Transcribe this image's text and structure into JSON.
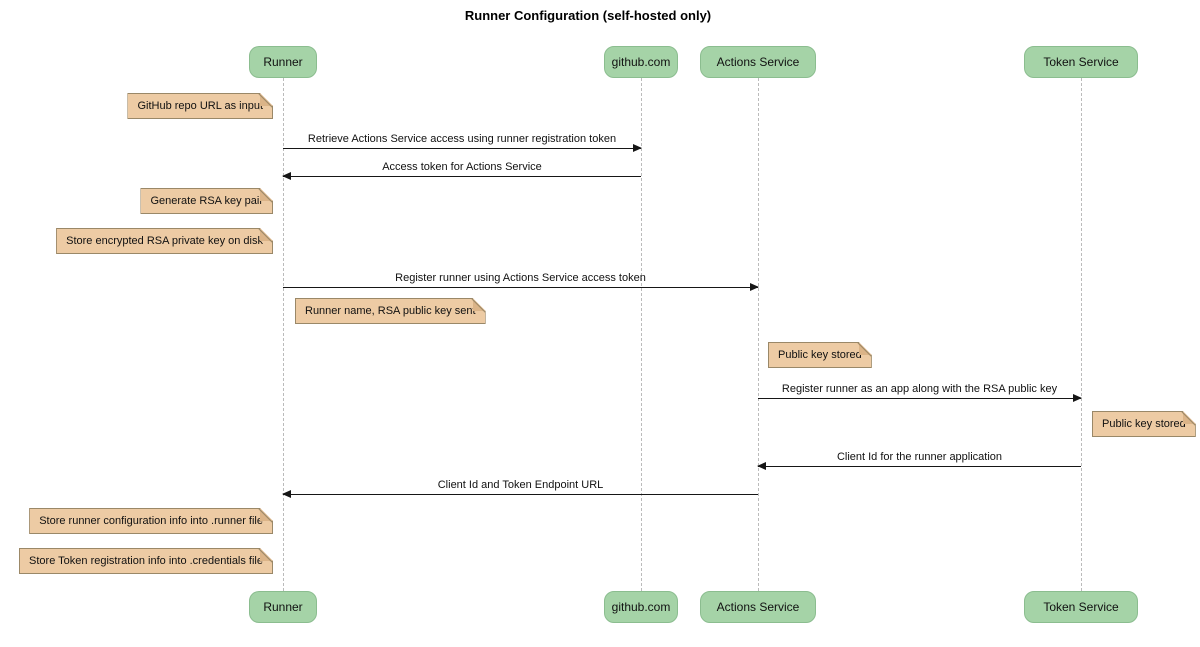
{
  "title": "Runner Configuration (self-hosted only)",
  "diagram_type": "sequence",
  "colors": {
    "participant_fill": "#A5D3A7",
    "participant_border": "#8BBD8F",
    "note_fill": "#EDCBA4",
    "note_border": "#9A8868",
    "lifeline": "#BBBBBB",
    "arrow": "#161616",
    "background": "#FFFFFF"
  },
  "participants": [
    {
      "name": "Runner"
    },
    {
      "name": "github.com"
    },
    {
      "name": "Actions Service"
    },
    {
      "name": "Token Service"
    }
  ],
  "messages": [
    {
      "from": "Runner",
      "to": "github.com",
      "direction": "right",
      "text": "Retrieve Actions Service access using runner registration token"
    },
    {
      "from": "github.com",
      "to": "Runner",
      "direction": "left",
      "text": "Access token for Actions Service"
    },
    {
      "from": "Runner",
      "to": "Actions Service",
      "direction": "right",
      "text": "Register runner using Actions Service access token"
    },
    {
      "from": "Actions Service",
      "to": "Token Service",
      "direction": "right",
      "text": "Register runner as an app along with the RSA public key"
    },
    {
      "from": "Token Service",
      "to": "Actions Service",
      "direction": "left",
      "text": "Client Id for the runner application"
    },
    {
      "from": "Actions Service",
      "to": "Runner",
      "direction": "left",
      "text": "Client Id and Token Endpoint URL"
    }
  ],
  "notes": [
    {
      "attached_to": "Runner",
      "side": "left",
      "text": "GitHub repo URL as input"
    },
    {
      "attached_to": "Runner",
      "side": "left",
      "text": "Generate RSA key pair"
    },
    {
      "attached_to": "Runner",
      "side": "left",
      "text": "Store encrypted RSA private key on disk"
    },
    {
      "attached_to": "Runner",
      "side": "right",
      "text": "Runner name, RSA public key sent"
    },
    {
      "attached_to": "Actions Service",
      "side": "right",
      "text": "Public key stored"
    },
    {
      "attached_to": "Token Service",
      "side": "right",
      "text": "Public key stored"
    },
    {
      "attached_to": "Runner",
      "side": "left",
      "text": "Store runner configuration info into .runner file"
    },
    {
      "attached_to": "Runner",
      "side": "left",
      "text": "Store Token registration info into .credentials file"
    }
  ]
}
